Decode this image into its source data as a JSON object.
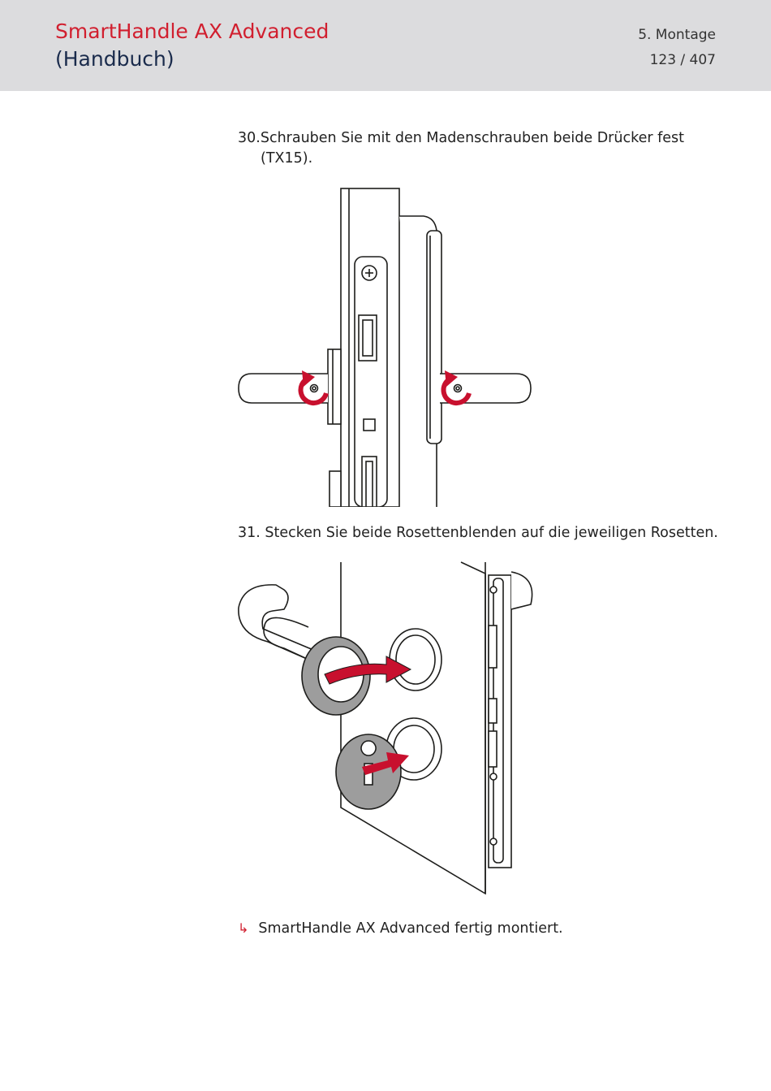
{
  "header": {
    "title_line1": "SmartHandle AX Advanced",
    "title_line2": "(Handbuch)",
    "chapter": "5. Montage",
    "page": "123 / 407"
  },
  "steps": [
    {
      "number": "30.",
      "text_line1": "Schrauben Sie mit den Madenschrauben beide Drücker fest",
      "text_line2": "(TX15)."
    },
    {
      "number": "31.",
      "text_line1": "Stecken Sie beide Rosettenblenden auf die jeweiligen Rosetten."
    }
  ],
  "result": {
    "icon": "result-arrow-icon",
    "text": "SmartHandle AX Advanced fertig montiert."
  },
  "colors": {
    "brand_red": "#d11f2f",
    "brand_navy": "#1a2b4c",
    "header_bg": "#dcdcde",
    "highlight_red": "#c8102e"
  }
}
